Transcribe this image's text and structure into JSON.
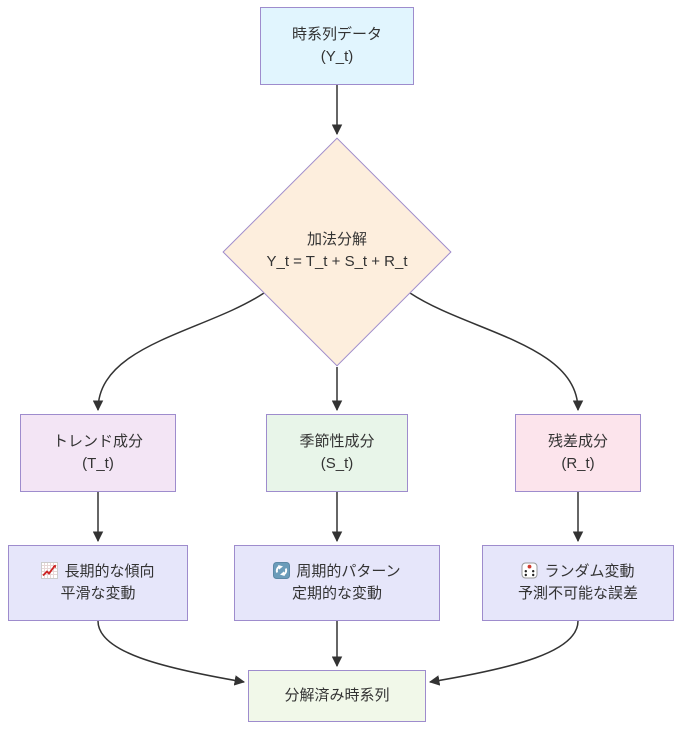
{
  "nodes": {
    "source": {
      "line1": "時系列データ",
      "line2": "(Y_t)",
      "fill": "#e1f5fe"
    },
    "decomposition": {
      "line1": "加法分解",
      "line2": "Y_t = T_t + S_t + R_t",
      "fill": "#fdeedd"
    },
    "trend": {
      "line1": "トレンド成分",
      "line2": "(T_t)",
      "fill": "#f3e5f5"
    },
    "seasonal": {
      "line1": "季節性成分",
      "line2": "(S_t)",
      "fill": "#e8f5e9"
    },
    "residual": {
      "line1": "残差成分",
      "line2": "(R_t)",
      "fill": "#fce4ec"
    },
    "trend_desc": {
      "icon": "chart-increasing-icon",
      "line1": "長期的な傾向",
      "line2": "平滑な変動",
      "fill": "#e6e6fa"
    },
    "seasonal_desc": {
      "icon": "counterclockwise-arrows-icon",
      "line1": "周期的パターン",
      "line2": "定期的な変動",
      "fill": "#e6e6fa"
    },
    "residual_desc": {
      "icon": "game-die-icon",
      "line1": "ランダム変動",
      "line2": "予測不可能な誤差",
      "fill": "#e6e6fa"
    },
    "result": {
      "line1": "分解済み時系列",
      "fill": "#f1f8e9"
    }
  },
  "edges": [
    {
      "from": "source",
      "to": "decomposition"
    },
    {
      "from": "decomposition",
      "to": "trend"
    },
    {
      "from": "decomposition",
      "to": "seasonal"
    },
    {
      "from": "decomposition",
      "to": "residual"
    },
    {
      "from": "trend",
      "to": "trend_desc"
    },
    {
      "from": "seasonal",
      "to": "seasonal_desc"
    },
    {
      "from": "residual",
      "to": "residual_desc"
    },
    {
      "from": "trend_desc",
      "to": "result"
    },
    {
      "from": "seasonal_desc",
      "to": "result"
    },
    {
      "from": "residual_desc",
      "to": "result"
    }
  ],
  "colors": {
    "border": "#9e8ccd",
    "edge": "#333333",
    "text": "#333333",
    "icon_blue": "#6b9cba",
    "icon_red": "#d03b2f"
  }
}
